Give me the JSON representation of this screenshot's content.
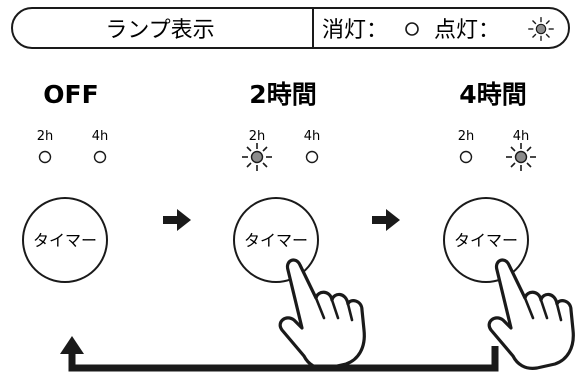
{
  "legend": {
    "title": "ランプ表示",
    "off_label": "消灯：",
    "on_label": "点灯："
  },
  "panels": [
    {
      "mode": "OFF",
      "lamp_2h": {
        "label": "2h",
        "state": "off"
      },
      "lamp_4h": {
        "label": "4h",
        "state": "off"
      },
      "button": "タイマー",
      "pressed": false
    },
    {
      "mode": "2時間",
      "lamp_2h": {
        "label": "2h",
        "state": "on"
      },
      "lamp_4h": {
        "label": "4h",
        "state": "off"
      },
      "button": "タイマー",
      "pressed": true
    },
    {
      "mode": "4時間",
      "lamp_2h": {
        "label": "2h",
        "state": "off"
      },
      "lamp_4h": {
        "label": "4h",
        "state": "on"
      },
      "button": "タイマー",
      "pressed": true
    }
  ],
  "colors": {
    "line": "#1a1a1a",
    "lamp_on": "#8c8c8c",
    "background": "#ffffff"
  }
}
